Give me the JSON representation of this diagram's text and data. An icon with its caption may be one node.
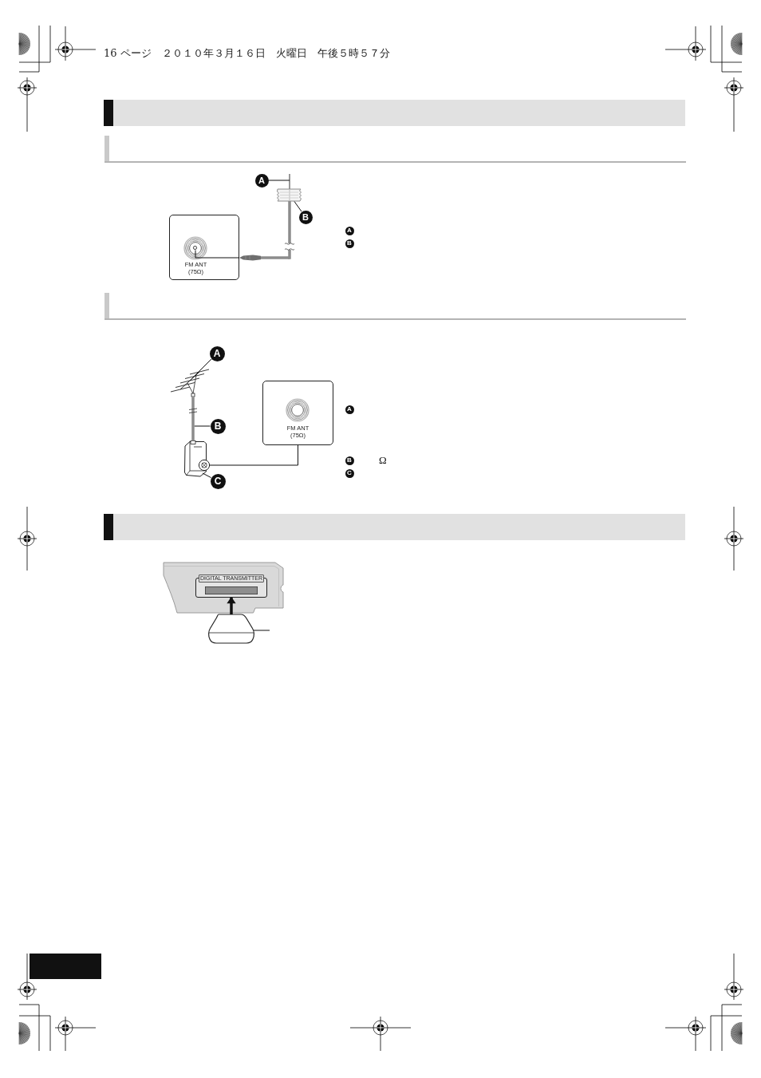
{
  "diagram": {
    "nodes": [
      {
        "text": [
          "A"
        ]
      },
      {
        "text": [],
        "shape": "picture"
      },
      {
        "text": [],
        "shape": "picture"
      },
      {
        "text": [
          "B"
        ]
      },
      {
        "text": [],
        "shape": "picture"
      },
      {
        "text": [
          "FM ANT (75Ω)"
        ]
      },
      {
        "text": [],
        "shape": "circle",
        "in": 5
      },
      {
        "text": [
          "A"
        ]
      },
      {
        "text": [],
        "shape": "picture"
      },
      {
        "text": [
          "FM ANT (75Ω)"
        ]
      },
      {
        "text": [
          "B"
        ]
      },
      {
        "text": [],
        "shape": "picture"
      },
      {
        "text": [
          "C"
        ]
      },
      {
        "text": [],
        "shape": "picture"
      },
      {
        "text": [
          "DIGITAL TRANSMITTER"
        ],
        "in": 13
      },
      {
        "text": [],
        "shape": "picture"
      }
    ],
    "edges": [
      {
        "from": 0,
        "to": 1,
        "arrow": "none"
      },
      {
        "from": 3,
        "to": 2,
        "arrow": "none"
      },
      {
        "from": 1,
        "to": 4,
        "arrow": "none",
        "style": "thick",
        "color": "#8c8c8c"
      },
      {
        "from": 4,
        "to": 6,
        "arrow": "none"
      },
      {
        "from": 7,
        "to": 8,
        "arrow": "none"
      },
      {
        "from": 8,
        "to": 11,
        "arrow": "none",
        "style": "thick",
        "color": "#8c8c8c"
      },
      {
        "from": 10,
        "to": null,
        "arrow": "none"
      },
      {
        "from": 12,
        "to": 11,
        "arrow": "none"
      },
      {
        "from": 9,
        "to": 11,
        "arrow": "none"
      },
      {
        "from": 15,
        "to": 14,
        "arrow": "to",
        "style": "thick"
      },
      {
        "from": null,
        "to": 15,
        "arrow": "none"
      }
    ],
    "labels": [
      "16 ページ　２０１０年３月１６日　火曜日　午後５時５７分",
      "A",
      "B",
      "A",
      "B",
      "Ω",
      "C"
    ]
  }
}
